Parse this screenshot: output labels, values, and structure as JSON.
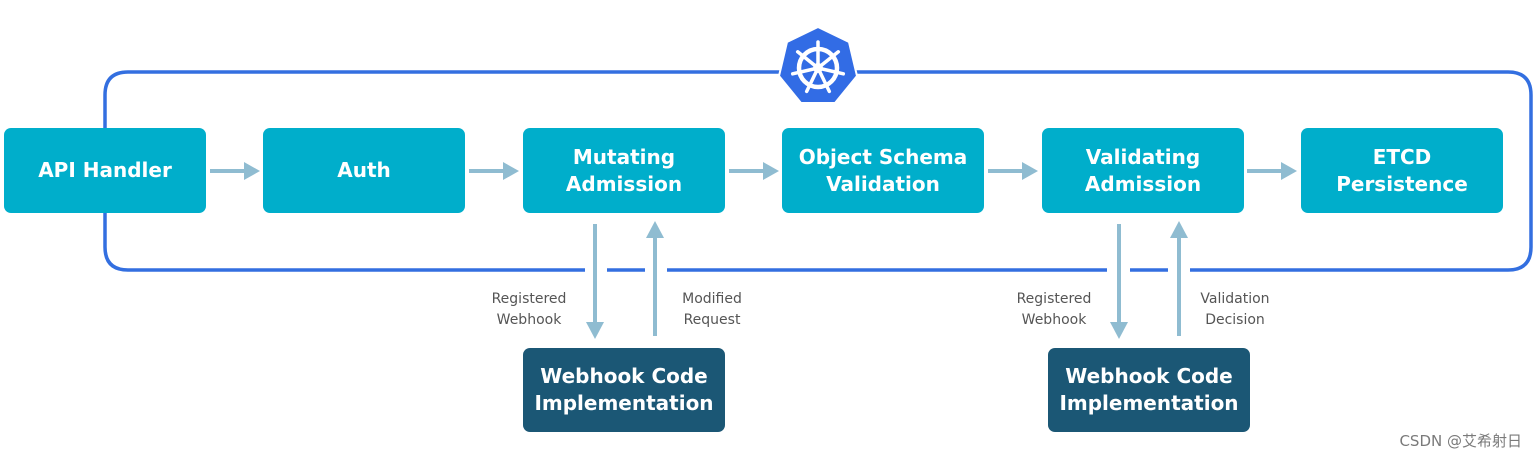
{
  "stages": [
    {
      "label": "API Handler"
    },
    {
      "label": "Auth"
    },
    {
      "label": "Mutating\nAdmission"
    },
    {
      "label": "Object Schema\nValidation"
    },
    {
      "label": "Validating\nAdmission"
    },
    {
      "label": "ETCD\nPersistence"
    }
  ],
  "webhooks": [
    {
      "impl_label": "Webhook Code\nImplementation",
      "down_caption": "Registered\nWebhook",
      "up_caption": "Modified\nRequest"
    },
    {
      "impl_label": "Webhook Code\nImplementation",
      "down_caption": "Registered\nWebhook",
      "up_caption": "Validation\nDecision"
    }
  ],
  "logo": {
    "icon": "kubernetes-helm-wheel-icon"
  },
  "colors": {
    "stage_fill": "#00aecb",
    "impl_fill": "#1b5775",
    "loop_line": "#336fe0",
    "arrow": "#8fbcd1",
    "logo_fill": "#326ce5"
  },
  "watermark": "CSDN @艾希射日"
}
